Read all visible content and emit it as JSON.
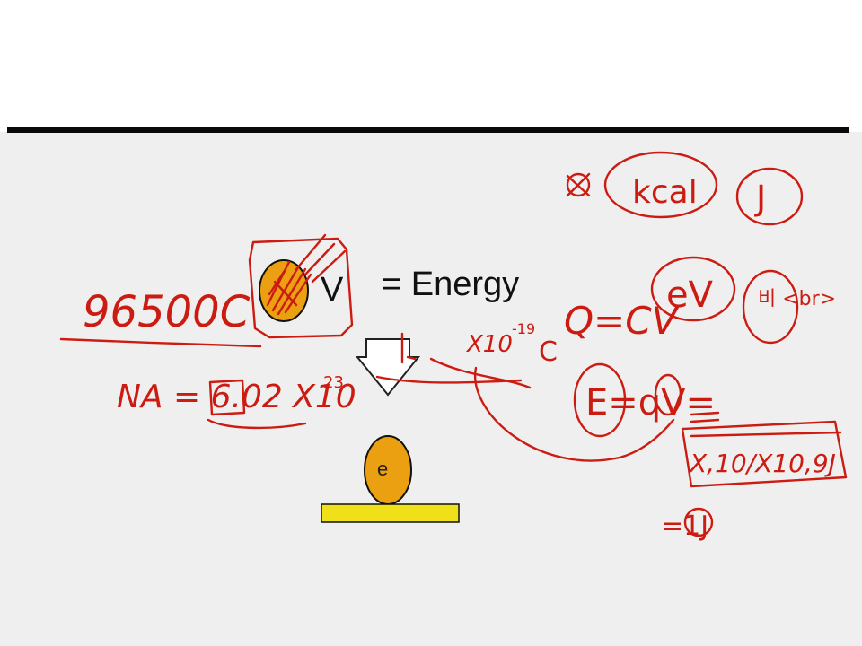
{
  "colors": {
    "page_background": "#ffffff",
    "canvas_background": "#efefef",
    "divider": "#0a0a0a",
    "ink": "#cc1c12",
    "sphere_fill": "#eba012",
    "sphere_stroke": "#111111",
    "plate_fill": "#efe01a"
  },
  "slide": {
    "symbol_v": "V",
    "equation": "= Energy",
    "electron_symbol": "e"
  },
  "ink_annotations": {
    "faraday_constant": "96500C",
    "avogadro": "NA = 6.02 X10",
    "avogadro_exponent": "23",
    "kcal": "kcal",
    "joule": "J",
    "ev": "eV",
    "korean_ratio": "비\n<br>",
    "q_equals_cv": "Q=CV",
    "elementary_charge": "X10",
    "elementary_charge_exponent": "-19",
    "coulomb_unit": "C",
    "energy_eq": "E=qV=",
    "product_box": "X,10/X10,9J",
    "result": "=1J"
  },
  "icons": [
    "down-arrow-icon",
    "electron-sphere-icon",
    "metal-plate-icon"
  ]
}
